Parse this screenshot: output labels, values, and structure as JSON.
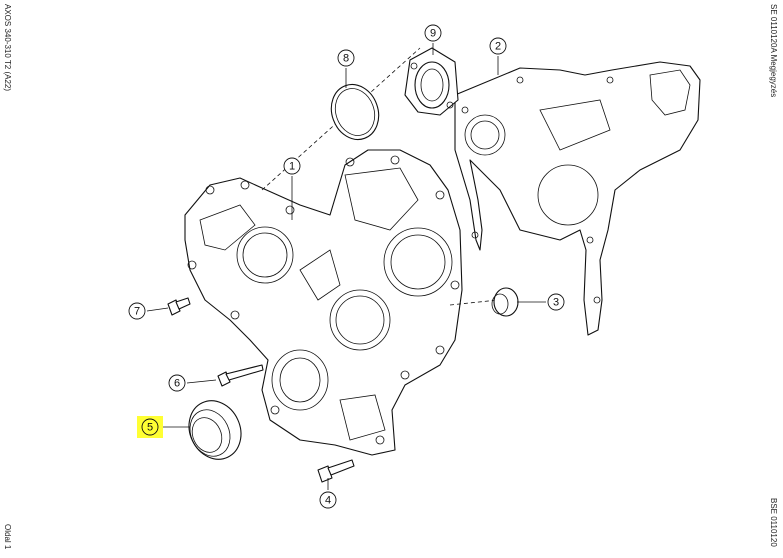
{
  "side_labels": {
    "left_top": "AXOS 340-310 T2 (A22)",
    "left_bottom": "Oldal 1",
    "right_top": "SE 0110120A  Megjegyzés",
    "right_bottom": "BSE 0110120"
  },
  "callouts": [
    {
      "id": "1",
      "label": "1",
      "highlighted": false
    },
    {
      "id": "2",
      "label": "2",
      "highlighted": false
    },
    {
      "id": "3",
      "label": "3",
      "highlighted": false
    },
    {
      "id": "4",
      "label": "4",
      "highlighted": false
    },
    {
      "id": "5",
      "label": "5",
      "highlighted": true
    },
    {
      "id": "6",
      "label": "6",
      "highlighted": false
    },
    {
      "id": "7",
      "label": "7",
      "highlighted": false
    },
    {
      "id": "8",
      "label": "8",
      "highlighted": false
    },
    {
      "id": "9",
      "label": "9",
      "highlighted": false
    }
  ],
  "colors": {
    "highlight": "#ffff33",
    "line": "#111111"
  }
}
